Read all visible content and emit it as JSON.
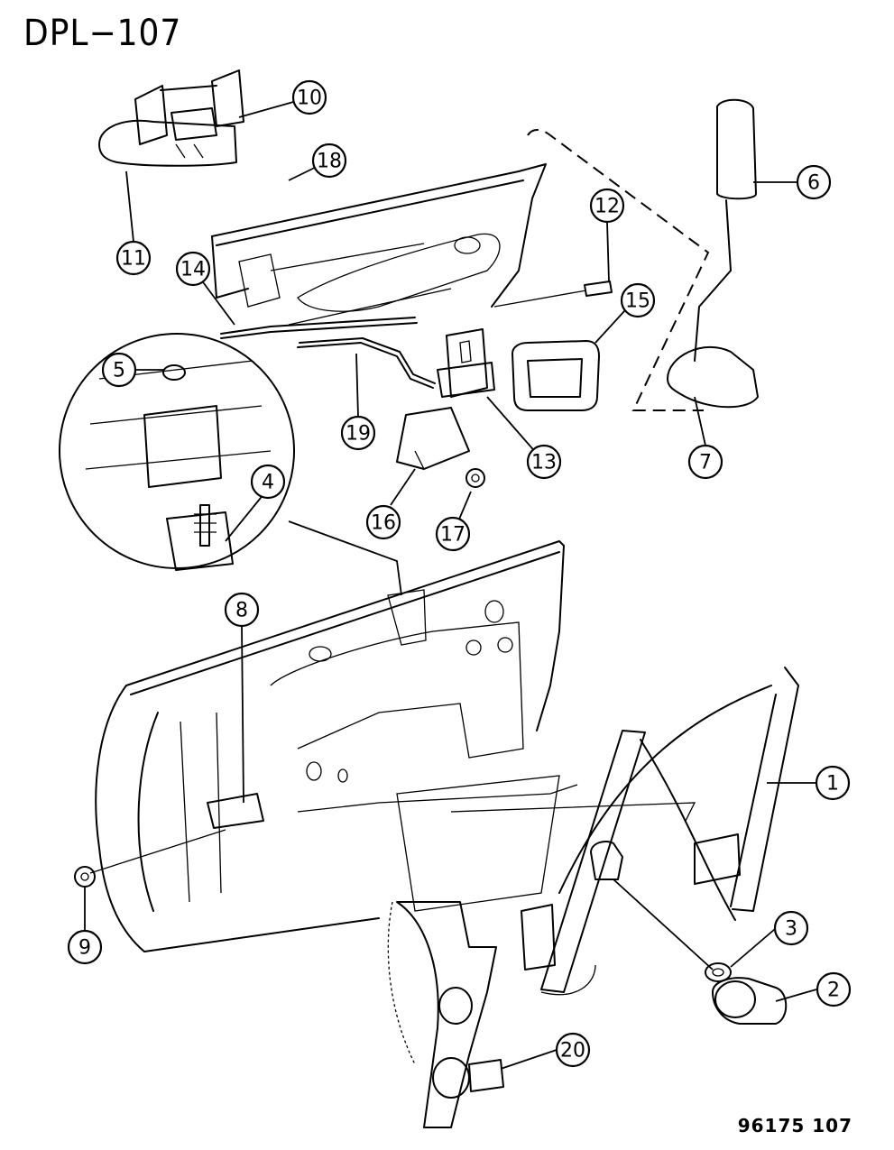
{
  "header": {
    "title": "DPL−107"
  },
  "footer": {
    "code": "96175  107"
  },
  "callouts": [
    {
      "label": "1"
    },
    {
      "label": "2"
    },
    {
      "label": "3"
    },
    {
      "label": "4"
    },
    {
      "label": "5"
    },
    {
      "label": "6"
    },
    {
      "label": "7"
    },
    {
      "label": "8"
    },
    {
      "label": "9"
    },
    {
      "label": "10"
    },
    {
      "label": "11"
    },
    {
      "label": "12"
    },
    {
      "label": "13"
    },
    {
      "label": "14"
    },
    {
      "label": "15"
    },
    {
      "label": "16"
    },
    {
      "label": "17"
    },
    {
      "label": "18"
    },
    {
      "label": "19"
    },
    {
      "label": "20"
    }
  ]
}
